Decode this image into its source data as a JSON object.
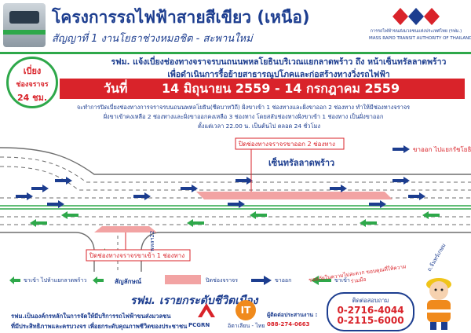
{
  "header": {
    "title": "โครงการรถไฟฟ้าสายสีเขียว (เหนือ)",
    "subtitle": "สัญญาที่ 1 งานโยธาช่วงหมอชิต - สะพานใหม่",
    "org_name_th": "การรถไฟฟ้าขนส่งมวลชนแห่งประเทศไทย (รฟม.)",
    "org_name_en": "MASS RAPID TRANSIT AUTHORITY OF THAILAND (MRTA)"
  },
  "badge": {
    "line1": "เบี่ยง",
    "line2": "ช่องจราจร",
    "line3": "24 ชม."
  },
  "notice": {
    "line1": "รฟม. แจ้งเบี่ยงช่องทางจราจรบนถนนพหลโยธินบริเวณแยกลาดพร้าว ถึง หน้าเซ็นทรัลลาดพร้าว",
    "line2": "เพื่อดำเนินการรื้อย้ายสาธารณูปโภคและก่อสร้างทางวิ่งรถไฟฟ้า"
  },
  "date": {
    "label": "วันที่",
    "range": "14 มิถุนายน 2559 - 14 กรกฎาคม 2559"
  },
  "description": {
    "line1": "จะทำการปิดเบี่ยงช่องทางการจราจรบนถนนพหลโยธิน(ซีดบาทวิถี) ฝั่งขาเข้า 1 ช่องทางและฝั่งขาออก 2 ช่องทาง ทำให้มีช่องทางจราจร",
    "line2": "ฝั่งขาเข้าคงเหลือ 2 ช่องทางและฝั่งขาออกคงเหลือ 3 ช่องทาง โดยสลับช่องทางฝั่งขาเข้า 1 ช่องทาง เป็นฝั่งขาออก",
    "line3": "ตั้งแต่เวลา 22.00 น. เป็นต้นไป ตลอด 24 ชั่วโมง"
  },
  "map": {
    "label_closed_outbound": "ปิดช่องทางจราจรขาออก 2 ช่องทาง",
    "label_closed_inbound": "ปิดช่องทางจราจรขาเข้า 1 ช่องทาง",
    "label_outbound_to": "ขาออก ไปแยกรัชโยธิน",
    "landmark": "เซ็นทรัลลาดพร้าว",
    "road_left": "พหลฯ22",
    "road_right": "ถ.จันทร์เกษม"
  },
  "legend": {
    "inbound_to": "ขาเข้า ไปห้าแยกลาดพร้าว",
    "symbol_label": "สัญลักษณ์",
    "closed_label": "ปิดช่องจราจร",
    "outbound_label": "ขาออก",
    "inbound_label": "ขาเข้า"
  },
  "slogan": "รฟม. เรายกระดับชีวิตเมือง",
  "footer": {
    "line1": "รฟม.เป็นองค์กรหลักในการจัดให้มีบริการรถไฟฟ้าขนส่งมวลชน",
    "line2": "ที่มีประสิทธิภาพและครบวงจร เพื่อยกระดับคุณภาพชีวิตของประชาชน",
    "pcgrn": "PCGRN",
    "it_name": "อิตาเลียน - ไทย",
    "it_mark": "IT",
    "inquiry_label": "ผู้ติดต่อประสานงาน :",
    "inquiry_phone": "088-274-0663"
  },
  "contact": {
    "heading": "ติดต่อสอบถาม",
    "phone1": "0-2716-4044",
    "phone2": "0-2115-6000"
  },
  "apology": "ขออภัยในความไม่สะดวก ขอบคุณที่ให้ความร่วมมือ",
  "colors": {
    "green": "#2ea84a",
    "blue": "#1c3d8f",
    "red": "#d9232a",
    "closed_fill": "#f2a3a3"
  }
}
